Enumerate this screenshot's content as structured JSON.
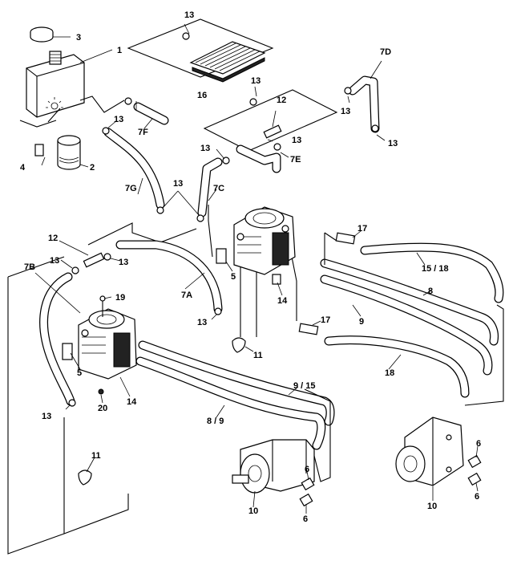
{
  "callouts": {
    "c1": "1",
    "c2": "2",
    "c3": "3",
    "c4": "4",
    "c5a": "5",
    "c5b": "5",
    "c6a": "6",
    "c6b": "6",
    "c6c": "6",
    "c6d": "6",
    "c7A": "7A",
    "c7B": "7B",
    "c7C": "7C",
    "c7D": "7D",
    "c7E": "7E",
    "c7F": "7F",
    "c7G": "7G",
    "c8": "8",
    "c8_9": "8 / 9",
    "c9": "9",
    "c9_15": "9 / 15",
    "c10a": "10",
    "c10b": "10",
    "c11a": "11",
    "c11b": "11",
    "c12a": "12",
    "c12b": "12",
    "c13": "13",
    "c14a": "14",
    "c14b": "14",
    "c15_18": "15 / 18",
    "c16": "16",
    "c17a": "17",
    "c17b": "17",
    "c18": "18",
    "c19": "19",
    "c20": "20"
  }
}
